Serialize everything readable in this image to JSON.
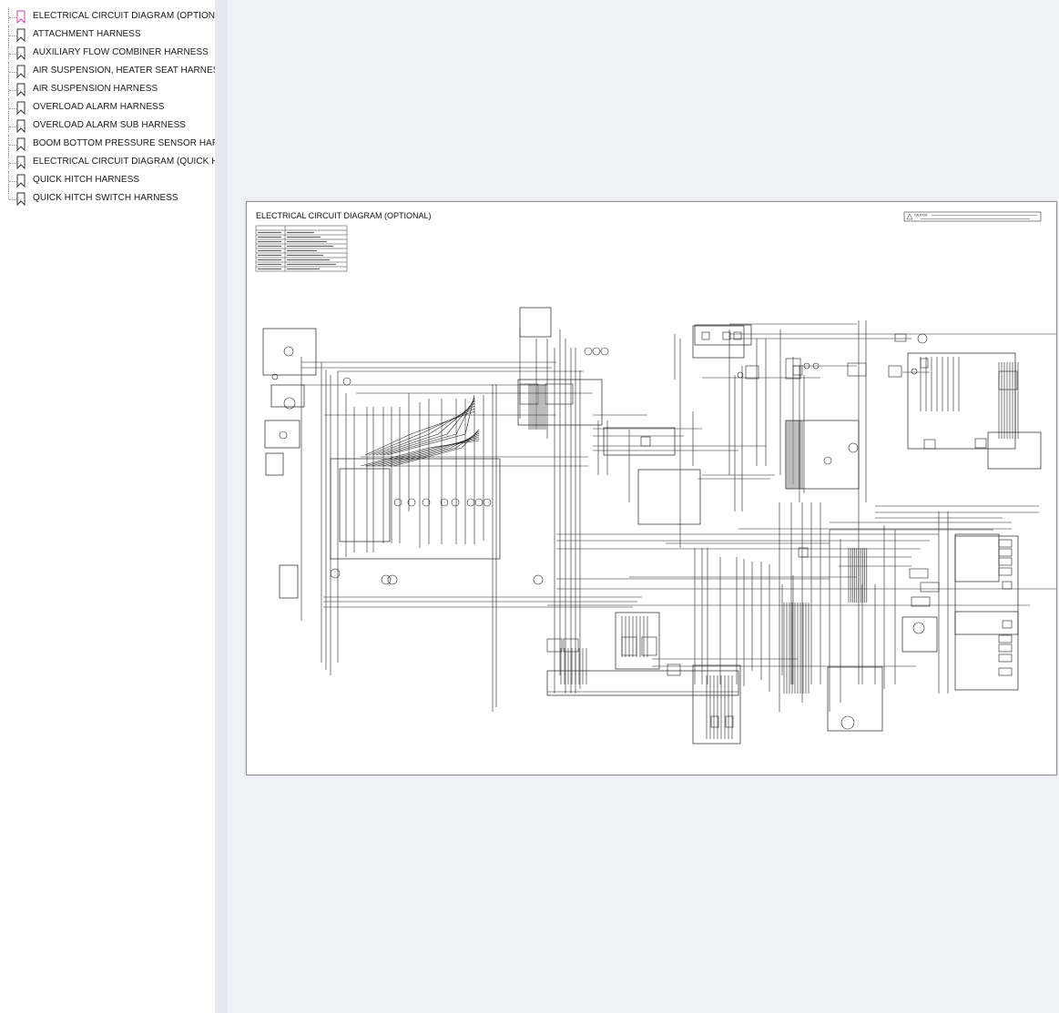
{
  "sidebar": {
    "bookmarks": [
      {
        "label": "ELECTRICAL CIRCUIT DIAGRAM (OPTIONAL)",
        "selected": true
      },
      {
        "label": "ATTACHMENT HARNESS",
        "selected": false
      },
      {
        "label": "AUXILIARY FLOW COMBINER HARNESS",
        "selected": false
      },
      {
        "label": "AIR SUSPENSION, HEATER SEAT HARNESS",
        "selected": false
      },
      {
        "label": "AIR SUSPENSION HARNESS",
        "selected": false
      },
      {
        "label": "OVERLOAD ALARM HARNESS",
        "selected": false
      },
      {
        "label": "OVERLOAD ALARM SUB HARNESS",
        "selected": false
      },
      {
        "label": "BOOM BOTTOM PRESSURE SENSOR HARNESS",
        "selected": false
      },
      {
        "label": "ELECTRICAL CIRCUIT DIAGRAM (QUICK HITCH)",
        "selected": false
      },
      {
        "label": "QUICK HITCH HARNESS",
        "selected": false
      },
      {
        "label": "QUICK HITCH SWITCH HARNESS",
        "selected": false
      }
    ]
  },
  "page": {
    "title": "ELECTRICAL CIRCUIT DIAGRAM (OPTIONAL)",
    "caution": "CAUTION"
  },
  "colors": {
    "selected_bookmark": "#d04aa8",
    "bookmark_icon": "#333333",
    "line": "#222222"
  },
  "icons": {
    "bookmark": "bookmark-icon",
    "collapse": "chevron-left-icon"
  }
}
